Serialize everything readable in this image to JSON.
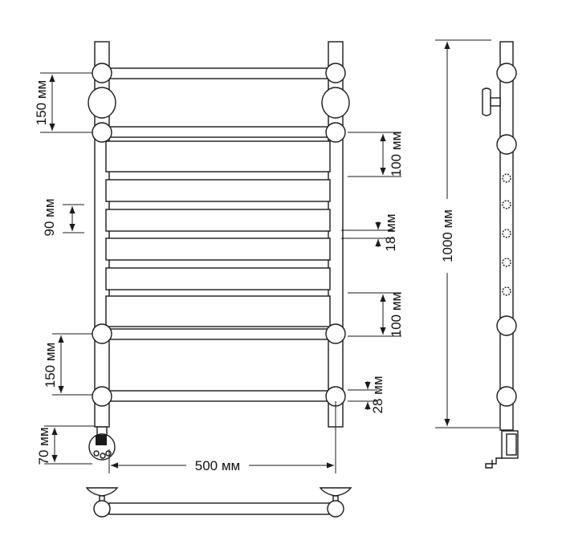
{
  "drawing": {
    "dimensions": {
      "top_spacing": "150 мм",
      "upper_gap": "100 мм",
      "bar_pitch": "90 мм",
      "bar_height": "18 мм",
      "lower_gap": "100 мм",
      "bottom_spacing": "150 мм",
      "round_bar": "28 мм",
      "heater_height": "70 мм",
      "width": "500 мм",
      "total_height": "1000 мм"
    },
    "colors": {
      "ink": "#1a1a1a",
      "background": "#ffffff"
    }
  }
}
